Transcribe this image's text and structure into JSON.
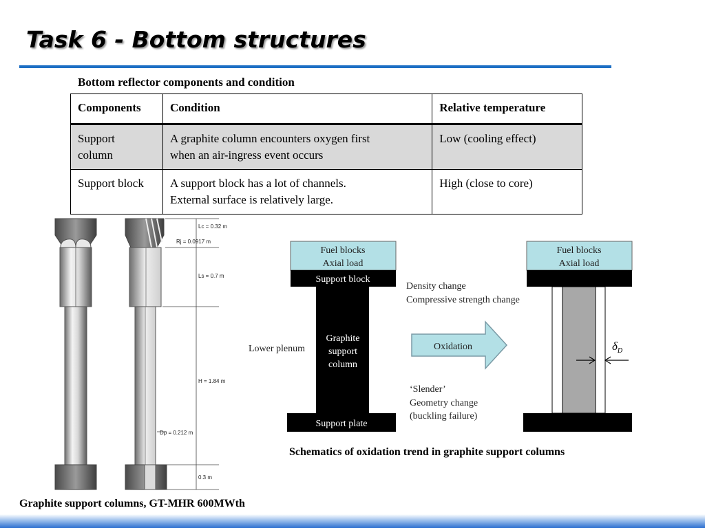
{
  "slide": {
    "title": "Task 6 - Bottom structures"
  },
  "table": {
    "caption": "Bottom reflector components and condition",
    "headers": [
      "Components",
      "Condition",
      "Relative temperature"
    ],
    "rows": [
      {
        "component": [
          "Support",
          "column"
        ],
        "condition": [
          "A graphite column encounters oxygen first",
          "when an air-ingress event occurs"
        ],
        "temperature": "Low (cooling effect)"
      },
      {
        "component": [
          "Support block"
        ],
        "condition": [
          "A support block has a lot of channels.",
          "External surface is relatively large."
        ],
        "temperature": "High (close to core)"
      }
    ]
  },
  "column_drawing": {
    "dimensions": {
      "lc": "Lc = 0.32 m",
      "rj": "Rj = 0.0917 m",
      "ls": "Ls = 0.7 m",
      "h": "H = 1.84 m",
      "dp": "Dp = 0.212 m",
      "bottom": "0.3 m"
    },
    "caption": "Graphite support columns, GT-MHR 600MWth"
  },
  "schematic": {
    "fuel_blocks": [
      "Fuel blocks",
      "Axial load"
    ],
    "support_block": "Support block",
    "graphite_column": [
      "Graphite",
      "support",
      "column"
    ],
    "support_plate": "Support plate",
    "lower_plenum": "Lower plenum",
    "density_notes": [
      "Density change",
      "Compressive strength change"
    ],
    "oxidation": "Oxidation",
    "slender_notes": [
      "‘Slender’",
      "Geometry change",
      "(buckling failure)"
    ],
    "delta_symbol": "δ",
    "delta_subscript": "D",
    "caption": "Schematics of oxidation trend in graphite support columns"
  }
}
